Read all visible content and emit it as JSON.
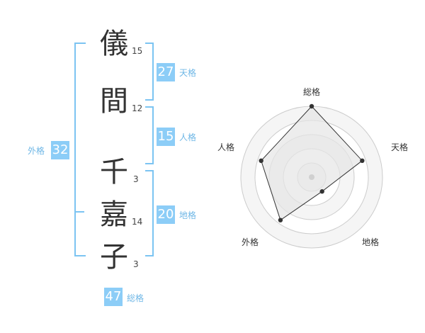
{
  "name_chars": [
    {
      "char": "儀",
      "strokes": "15"
    },
    {
      "char": "間",
      "strokes": "12"
    },
    {
      "char": "千",
      "strokes": "3"
    },
    {
      "char": "嘉",
      "strokes": "14"
    },
    {
      "char": "子",
      "strokes": "3"
    }
  ],
  "fortunes": {
    "tenkaku": {
      "value": "27",
      "label": "天格"
    },
    "jinkaku": {
      "value": "15",
      "label": "人格"
    },
    "chikaku": {
      "value": "20",
      "label": "地格"
    },
    "gaikaku": {
      "value": "32",
      "label": "外格"
    },
    "soukaku": {
      "value": "47",
      "label": "総格"
    }
  },
  "radar": {
    "labels": {
      "top": "総格",
      "right": "天格",
      "bottom_right": "地格",
      "bottom_left": "外格",
      "left": "人格"
    },
    "colors": {
      "ring_stroke": "#cccccc",
      "ring_fill": "#f5f5f5",
      "polygon_fill": "#e6e6e6",
      "polygon_stroke": "#333333",
      "point": "#333333"
    },
    "levels": {
      "total": 1.0,
      "tenkaku": 0.75,
      "chikaku": 0.25,
      "gaikaku": 0.75,
      "jinkaku": 0.75
    }
  },
  "colors": {
    "badge": "#8ccdf7",
    "bracket": "#7cc4f2"
  }
}
